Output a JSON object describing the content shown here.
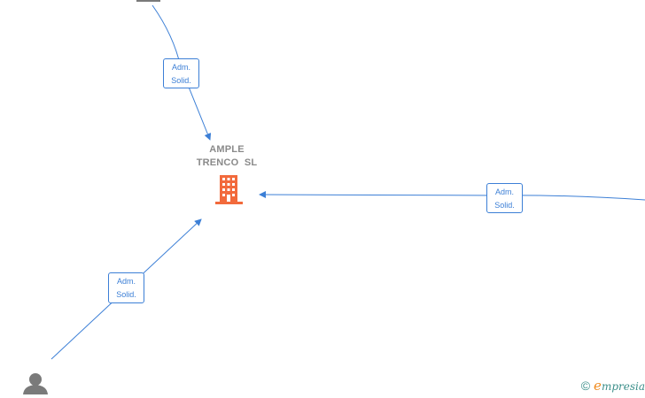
{
  "diagram": {
    "company": {
      "name_line1": "AMPLE",
      "name_line2": "TRENCO  SL",
      "icon": "building-icon",
      "icon_color": "#f26a3c"
    },
    "edges": [
      {
        "id": "top",
        "line1": "Adm.",
        "line2": "Solid."
      },
      {
        "id": "right",
        "line1": "Adm.",
        "line2": "Solid."
      },
      {
        "id": "bottom-left",
        "line1": "Adm.",
        "line2": "Solid."
      }
    ],
    "person_icon": "person-icon",
    "edge_color": "#3c7fd6",
    "node_color": "#7a7a7a"
  },
  "watermark": {
    "copyright_symbol": "©",
    "brand_initial": "e",
    "brand_rest": "mpresia"
  }
}
